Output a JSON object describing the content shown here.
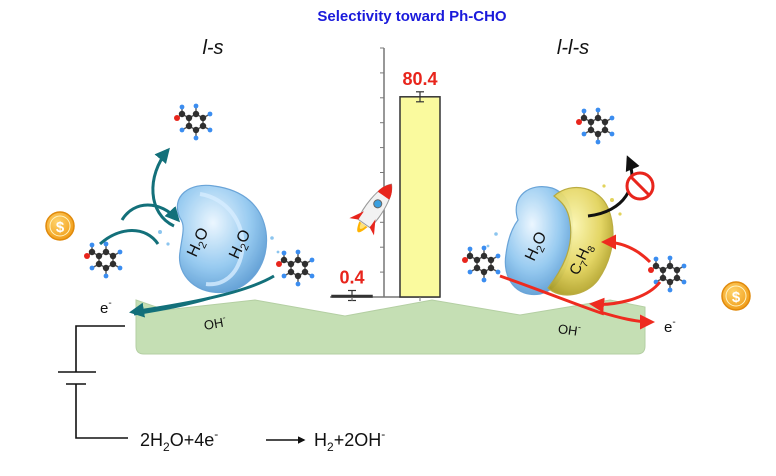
{
  "title": "Selectivity toward Ph-CHO",
  "left_label": "l-s",
  "right_label": "l-l-s",
  "water": "H",
  "water_sub": "2",
  "water_o": "O",
  "toluene_c": "C",
  "toluene_c_sub": "7",
  "toluene_h": "H",
  "toluene_h_sub": "8",
  "oh": "OH",
  "oh_sup": "-",
  "electron": "e",
  "electron_sup": "-",
  "coin_symbol": "$",
  "equation": {
    "p1": "2H",
    "s1": "2",
    "p2": "O+4e",
    "sup1": "-",
    "p3": "H",
    "s2": "2",
    "p4": "+2OH",
    "sup2": "-"
  },
  "chart_data": {
    "type": "bar",
    "title": "Selectivity toward Ph-CHO",
    "categories": [
      "l-s",
      "l-l-s"
    ],
    "values": [
      0.4,
      80.4
    ],
    "value_labels": [
      "0.4",
      "80.4"
    ],
    "ylim": [
      0,
      100
    ],
    "bar_colors": [
      "#333333",
      "#fafa9e"
    ],
    "label_color": "#e8251c"
  },
  "colors": {
    "title": "#1a1adb",
    "teal_arrow": "#13707a",
    "red_arrow": "#ee2b1f",
    "substrate": "#c5dfb4",
    "coin": "#f6a51b"
  }
}
